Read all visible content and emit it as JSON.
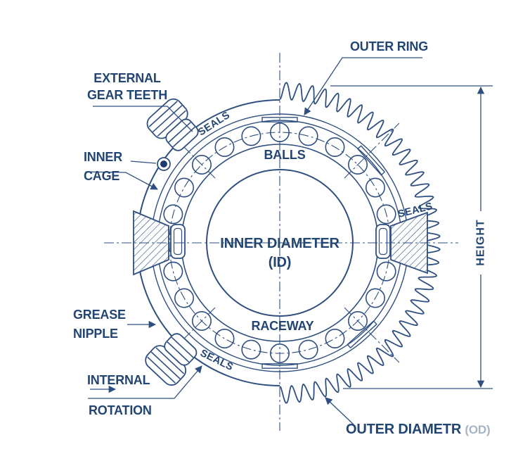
{
  "title": "Slewing ring bearing cross-section diagram",
  "colors": {
    "line": "#2e4f80",
    "text": "#234572",
    "muted_text": "#a6b3c4",
    "background": "#ffffff",
    "dot_fill": "#1d3a70"
  },
  "labels": {
    "external_gear_teeth_line1": "EXTERNAL",
    "external_gear_teeth_line2": "GEAR TEETH",
    "inner_cage_line1": "INNER",
    "inner_cage_line2": "CAGE",
    "grease_nipple_line1": "GREASE",
    "grease_nipple_line2": "NIPPLE",
    "internal": "INTERNAL",
    "rotation": "ROTATION",
    "outer_ring": "OUTER RING",
    "balls": "BALLS",
    "inner_diameter_line1": "INNER DIAMETER",
    "inner_diameter_line2": "(ID)",
    "raceway": "RACEWAY",
    "seals": "SEALS",
    "height": "HEIGHT",
    "outer_diameter": "OUTER DIAMETR",
    "outer_diameter_suffix": "(OD)"
  },
  "figure": {
    "type": "technical-drawing",
    "subject": "slewing-ring-bearing-with-external-gear",
    "visible_balls": 22,
    "gear_teeth_shown_on": "right half",
    "grease_nipples": 2,
    "seal_labels": 3
  }
}
